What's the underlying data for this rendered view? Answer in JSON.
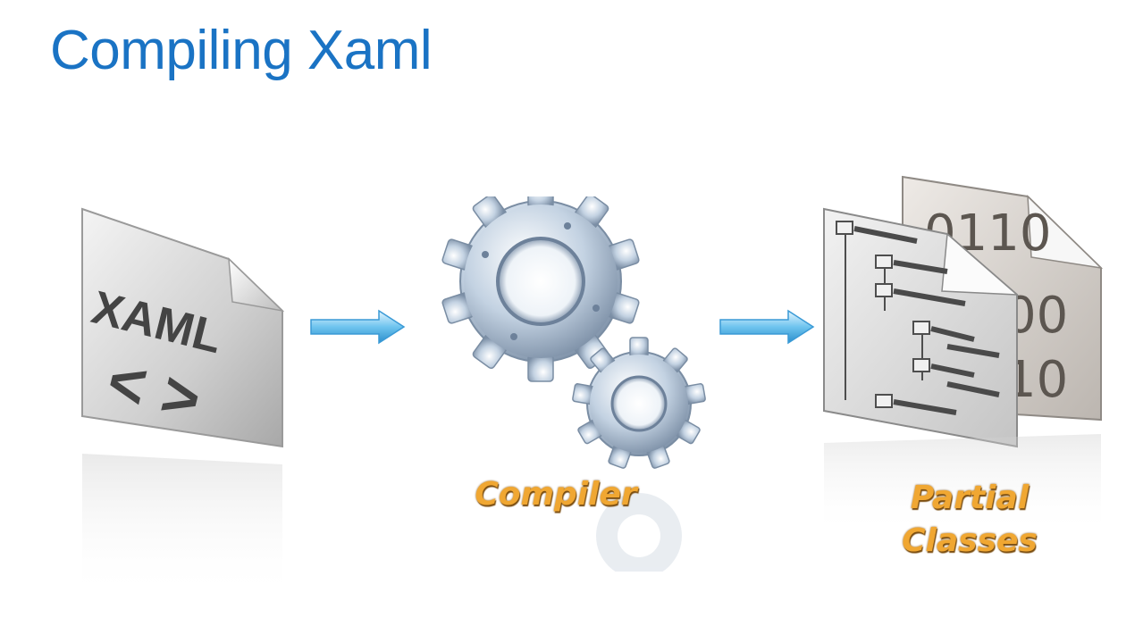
{
  "slide": {
    "title": "Compiling Xaml",
    "colors": {
      "title": "#1a73c4",
      "label": "#f0a732",
      "arrow": "#6fc4ef",
      "document": "#c8c8c8",
      "gear": "#aebfd2"
    }
  },
  "source_document": {
    "type_text": "XAML",
    "brackets": "< >",
    "icon": "xaml-file-icon"
  },
  "arrows": [
    {
      "icon": "arrow-right-icon"
    },
    {
      "icon": "arrow-right-icon"
    }
  ],
  "compiler": {
    "icon": "gears-icon",
    "label": "Compiler"
  },
  "output": {
    "icon": "partial-classes-documents-icon",
    "binary_lines": [
      "0110",
      "00",
      "10"
    ],
    "label_lines": [
      "Partial",
      "Classes"
    ]
  }
}
